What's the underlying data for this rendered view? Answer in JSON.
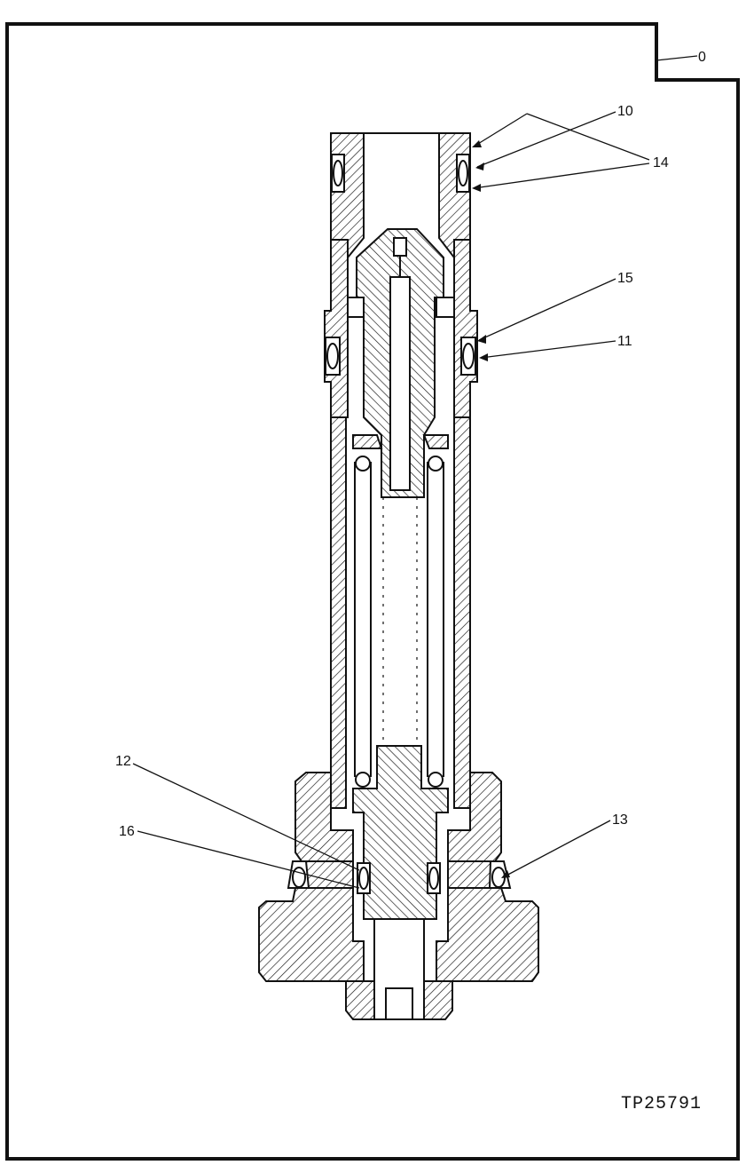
{
  "figure": {
    "id_text": "TP25791"
  },
  "callouts": [
    {
      "key": "c0",
      "label": "0"
    },
    {
      "key": "c10",
      "label": "10"
    },
    {
      "key": "c14",
      "label": "14"
    },
    {
      "key": "c15",
      "label": "15"
    },
    {
      "key": "c11",
      "label": "11"
    },
    {
      "key": "c12",
      "label": "12"
    },
    {
      "key": "c16",
      "label": "16"
    },
    {
      "key": "c13",
      "label": "13"
    }
  ],
  "colors": {
    "ink": "#111111",
    "paper": "#ffffff"
  }
}
